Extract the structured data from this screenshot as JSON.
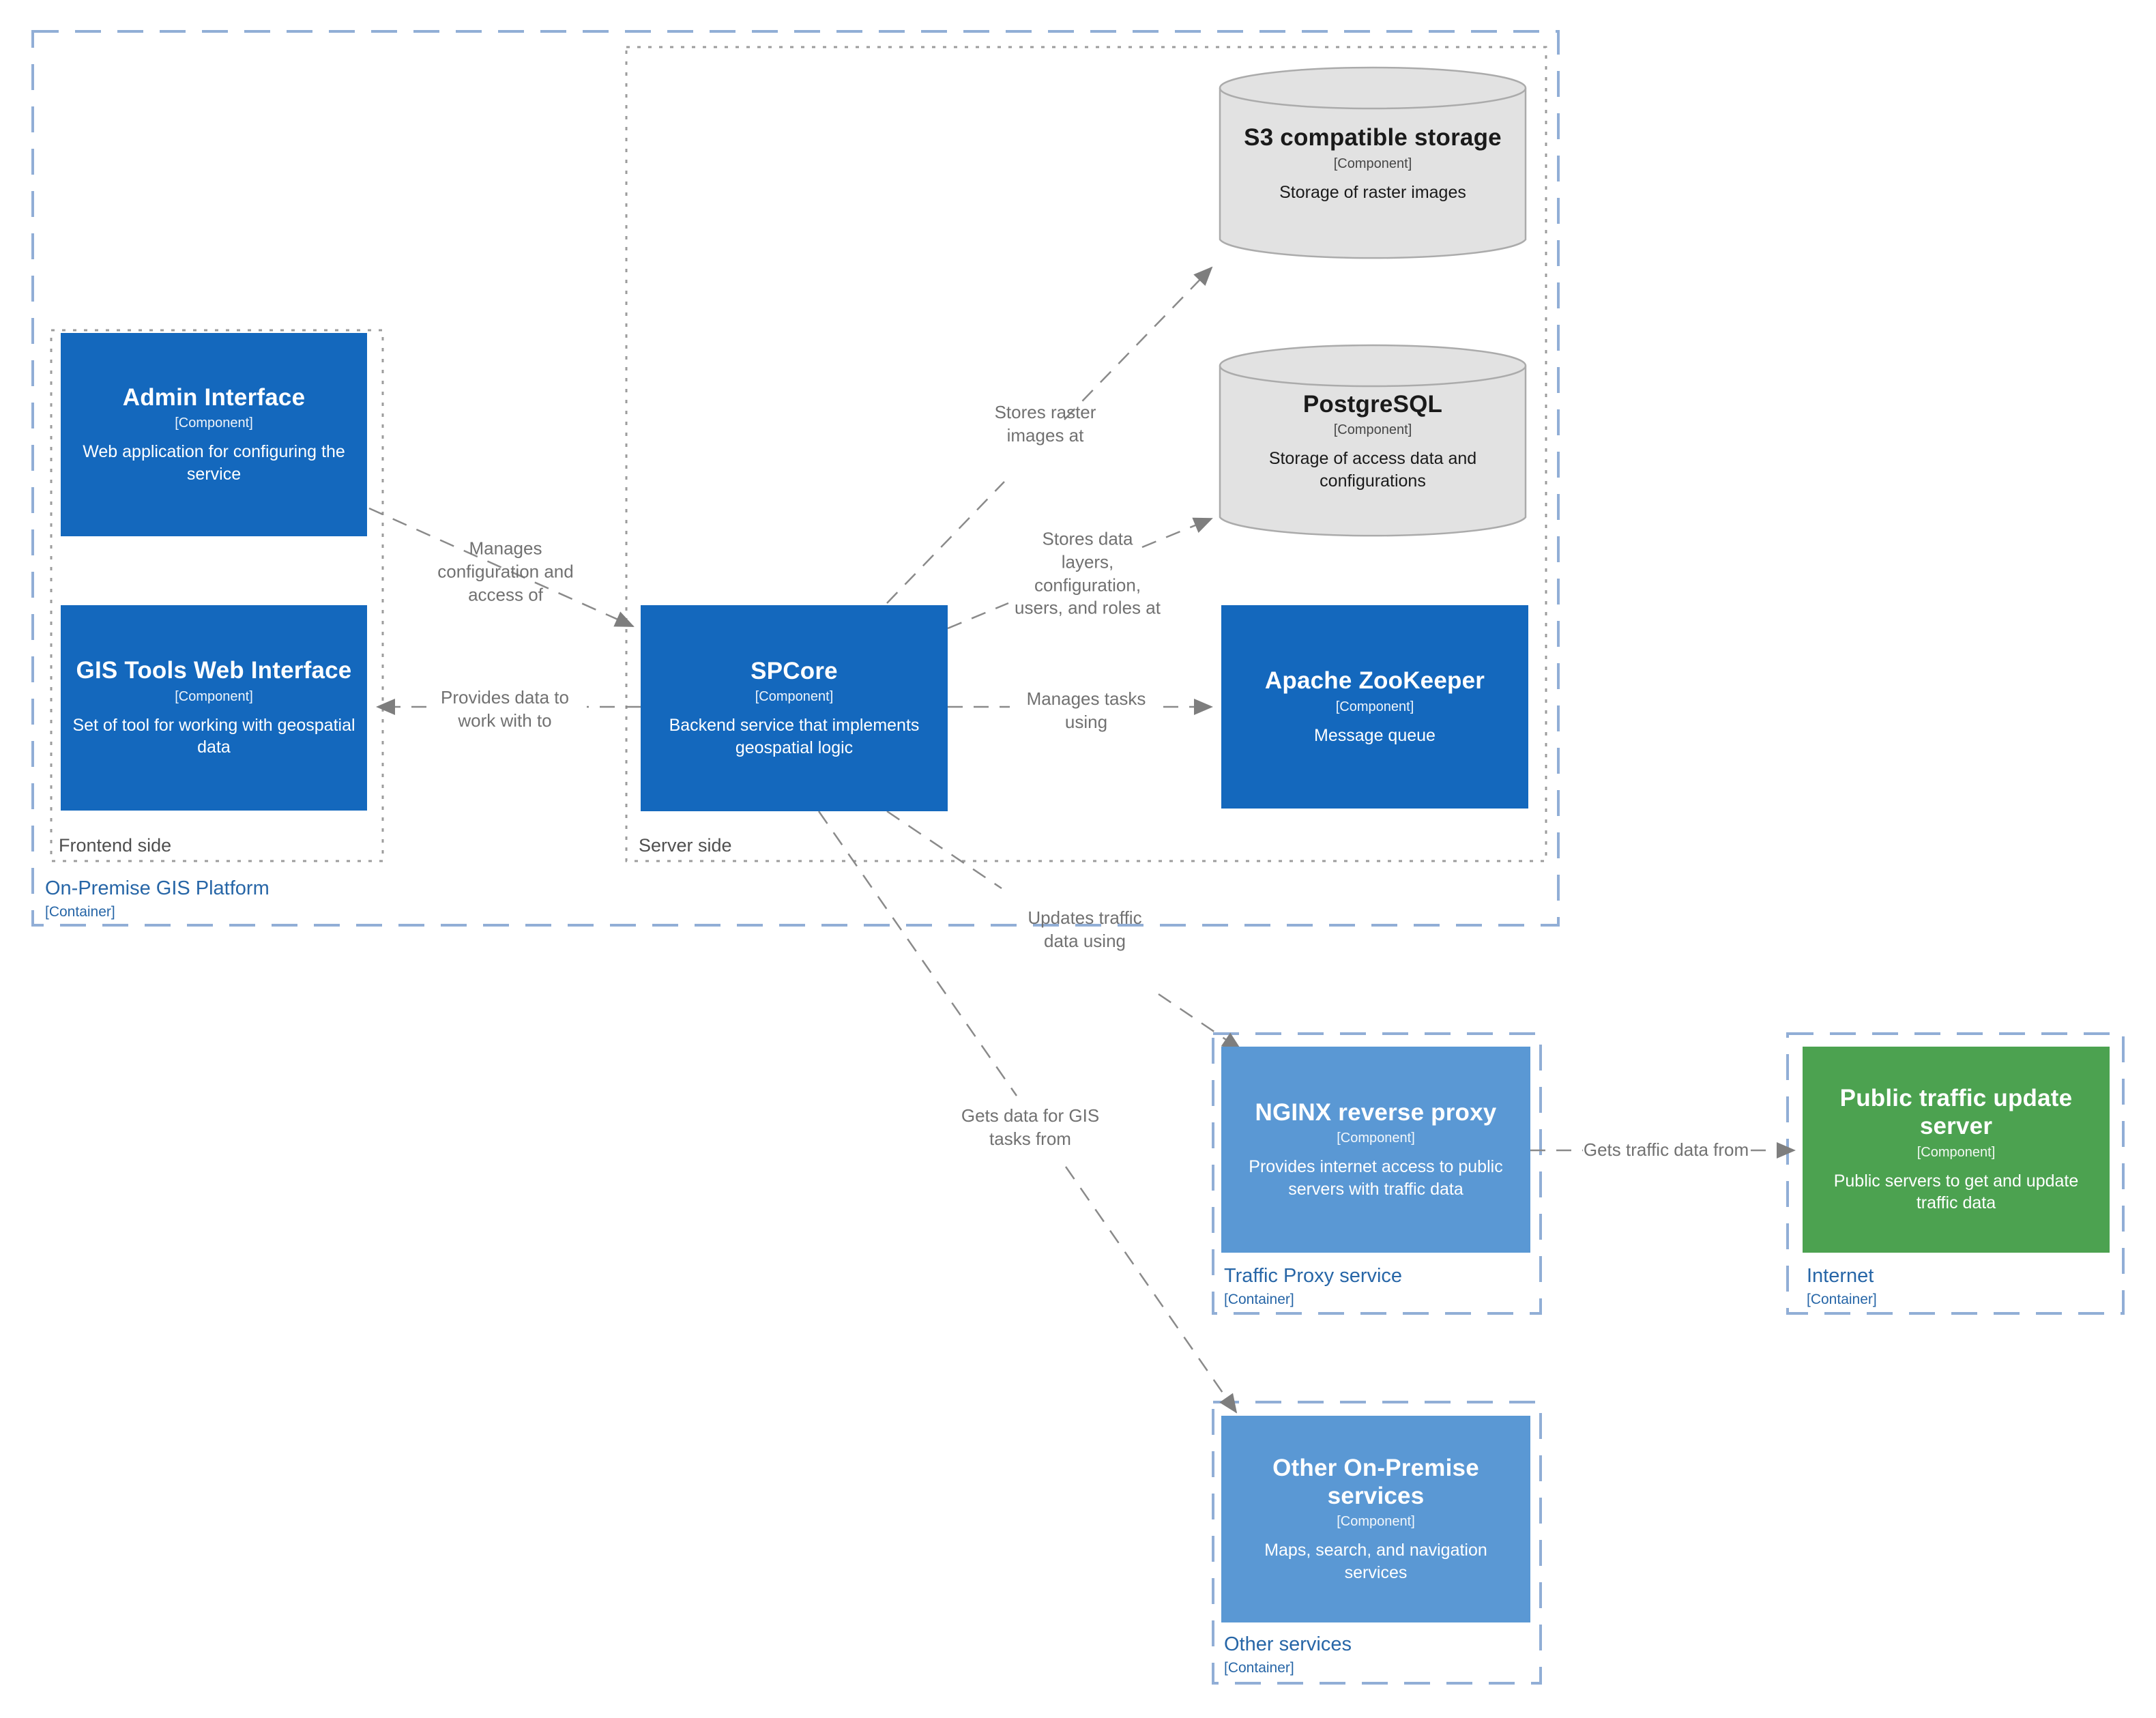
{
  "diagram": {
    "containers": {
      "onprem": {
        "label": "On-Premise GIS Platform",
        "meta": "[Container]"
      },
      "traffic_proxy": {
        "label": "Traffic Proxy service",
        "meta": "[Container]"
      },
      "internet": {
        "label": "Internet",
        "meta": "[Container]"
      },
      "other_services": {
        "label": "Other services",
        "meta": "[Container]"
      }
    },
    "groups": {
      "frontend": {
        "label": "Frontend side"
      },
      "server": {
        "label": "Server side"
      }
    },
    "nodes": {
      "admin": {
        "title": "Admin Interface",
        "meta": "[Component]",
        "desc": "Web application for configuring the service"
      },
      "gis": {
        "title": "GIS Tools Web Interface",
        "meta": "[Component]",
        "desc": "Set of tool for working with geospatial data"
      },
      "spcore": {
        "title": "SPCore",
        "meta": "[Component]",
        "desc": "Backend service that implements geospatial logic"
      },
      "s3": {
        "title": "S3 compatible storage",
        "meta": "[Component]",
        "desc": "Storage of raster images"
      },
      "postgres": {
        "title": "PostgreSQL",
        "meta": "[Component]",
        "desc": "Storage of access data and configurations"
      },
      "zookeeper": {
        "title": "Apache ZooKeeper",
        "meta": "[Component]",
        "desc": "Message queue"
      },
      "nginx": {
        "title": "NGINX reverse proxy",
        "meta": "[Component]",
        "desc": "Provides internet access to public servers with traffic data"
      },
      "public_traffic": {
        "title": "Public traffic update server",
        "meta": "[Component]",
        "desc": "Public servers to get and update traffic data"
      },
      "other_onprem": {
        "title": "Other On-Premise services",
        "meta": "[Component]",
        "desc": "Maps, search, and navigation services"
      }
    },
    "relations": {
      "manages_config": {
        "label": "Manages configuration and access of"
      },
      "provides_data": {
        "label": "Provides data to work with to"
      },
      "stores_raster": {
        "label": "Stores raster images at"
      },
      "stores_layers": {
        "label": "Stores data layers, configuration, users, and roles at"
      },
      "manages_tasks": {
        "label": "Manages tasks using"
      },
      "updates_traffic": {
        "label": "Updates traffic data using"
      },
      "gets_gis": {
        "label": "Gets data for GIS tasks from"
      },
      "gets_traffic": {
        "label": "Gets traffic data from"
      }
    },
    "colors": {
      "component_dark": "#1468BD",
      "component_light": "#5A98D4",
      "component_green": "#4CA250",
      "cylinder_fill": "#E2E2E2",
      "container_border": "#91AED6",
      "container_label": "#2766A7",
      "group_border": "#9C9C9C",
      "arrow": "#8A8A8A"
    }
  }
}
